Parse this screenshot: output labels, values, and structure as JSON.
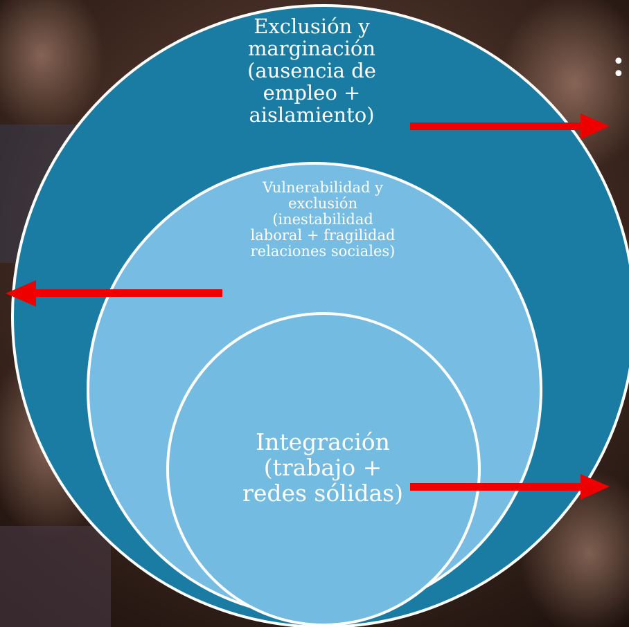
{
  "diagram": {
    "type": "concentric-circles",
    "levels": [
      {
        "id": "outer",
        "label": "Exclusión y marginación (ausencia de empleo + aislamiento)",
        "lines": [
          "Exclusión y",
          "marginación",
          "(ausencia de",
          "empleo +",
          "aislamiento)"
        ],
        "color": "#1a7ca3"
      },
      {
        "id": "middle",
        "label": "Vulnerabilidad y exclusión (inestabilidad laboral + fragilidad relaciones sociales)",
        "lines": [
          "Vulnerabilidad y",
          "exclusión",
          "(inestabilidad",
          "laboral + fragilidad",
          "relaciones sociales)"
        ],
        "color": "#77bde3"
      },
      {
        "id": "inner",
        "label": "Integración (trabajo + redes sólidas)",
        "lines": [
          "Integración",
          "(trabajo +",
          "redes sólidas)"
        ],
        "color": "#74bbe1"
      }
    ],
    "arrows": [
      {
        "from": "outer",
        "direction": "right"
      },
      {
        "from": "middle",
        "direction": "left"
      },
      {
        "from": "inner",
        "direction": "right"
      }
    ],
    "bullets": [
      "•",
      "•"
    ],
    "colors": {
      "arrow": "#ee0000",
      "ring_stroke": "#ffffff",
      "text": "#ffffff"
    }
  }
}
